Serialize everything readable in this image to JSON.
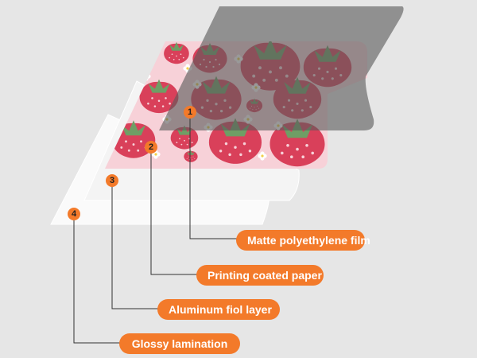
{
  "colors": {
    "background": "#e6e6e6",
    "accent": "#f37a2a",
    "film": "#5a5a5a",
    "print_bg": "#f7d1d8",
    "strawberry": "#d9405a",
    "leaf": "#6f9e65",
    "foil": "#f4f4f4",
    "gloss": "#fafafa"
  },
  "layers": [
    {
      "number": "1",
      "label": "Matte polyethylene film"
    },
    {
      "number": "2",
      "label": "Printing coated paper"
    },
    {
      "number": "3",
      "label": "Aluminum fiol layer"
    },
    {
      "number": "4",
      "label": "Glossy lamination"
    }
  ]
}
